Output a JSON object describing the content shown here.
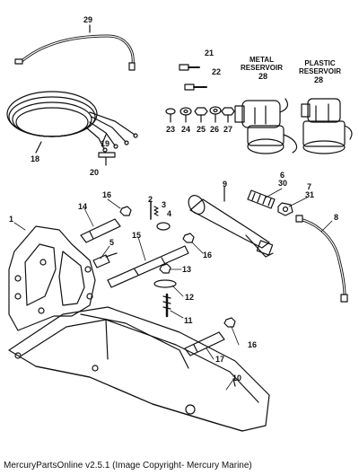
{
  "callouts": {
    "c1": "1",
    "c2": "2",
    "c3": "3",
    "c4": "4",
    "c5": "5",
    "c6": "6",
    "c30": "30",
    "c7": "7",
    "c31": "31",
    "c8": "8",
    "c9": "9",
    "c10": "10",
    "c11": "11",
    "c12": "12",
    "c13": "13",
    "c14": "14",
    "c15": "15",
    "c16a": "16",
    "c16b": "16",
    "c16c": "16",
    "c17": "17",
    "c18": "18",
    "c19": "19",
    "c20": "20",
    "c21": "21",
    "c22": "22",
    "c23": "23",
    "c24": "24",
    "c25": "25",
    "c26": "26",
    "c27": "27",
    "c28a": "28",
    "c28b": "28",
    "c29": "29"
  },
  "reservoirs": {
    "metal_line1": "METAL",
    "metal_line2": "RESERVOIR",
    "plastic_line1": "PLASTIC",
    "plastic_line2": "RESERVOIR"
  },
  "footer": "MercuryPartsOnline v2.5.1 (Image Copyright- Mercury Marine)"
}
